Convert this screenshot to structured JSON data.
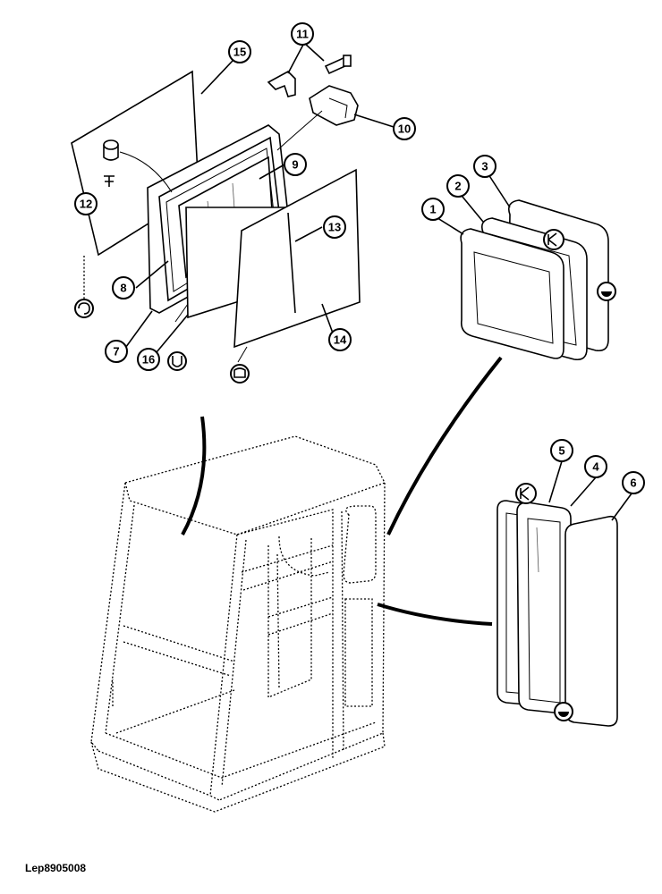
{
  "diagram": {
    "callouts": [
      "1",
      "2",
      "3",
      "4",
      "5",
      "6",
      "7",
      "8",
      "9",
      "10",
      "11",
      "12",
      "13",
      "14",
      "15",
      "16"
    ]
  },
  "footer": {
    "drawing_code": "Lep8905008"
  }
}
